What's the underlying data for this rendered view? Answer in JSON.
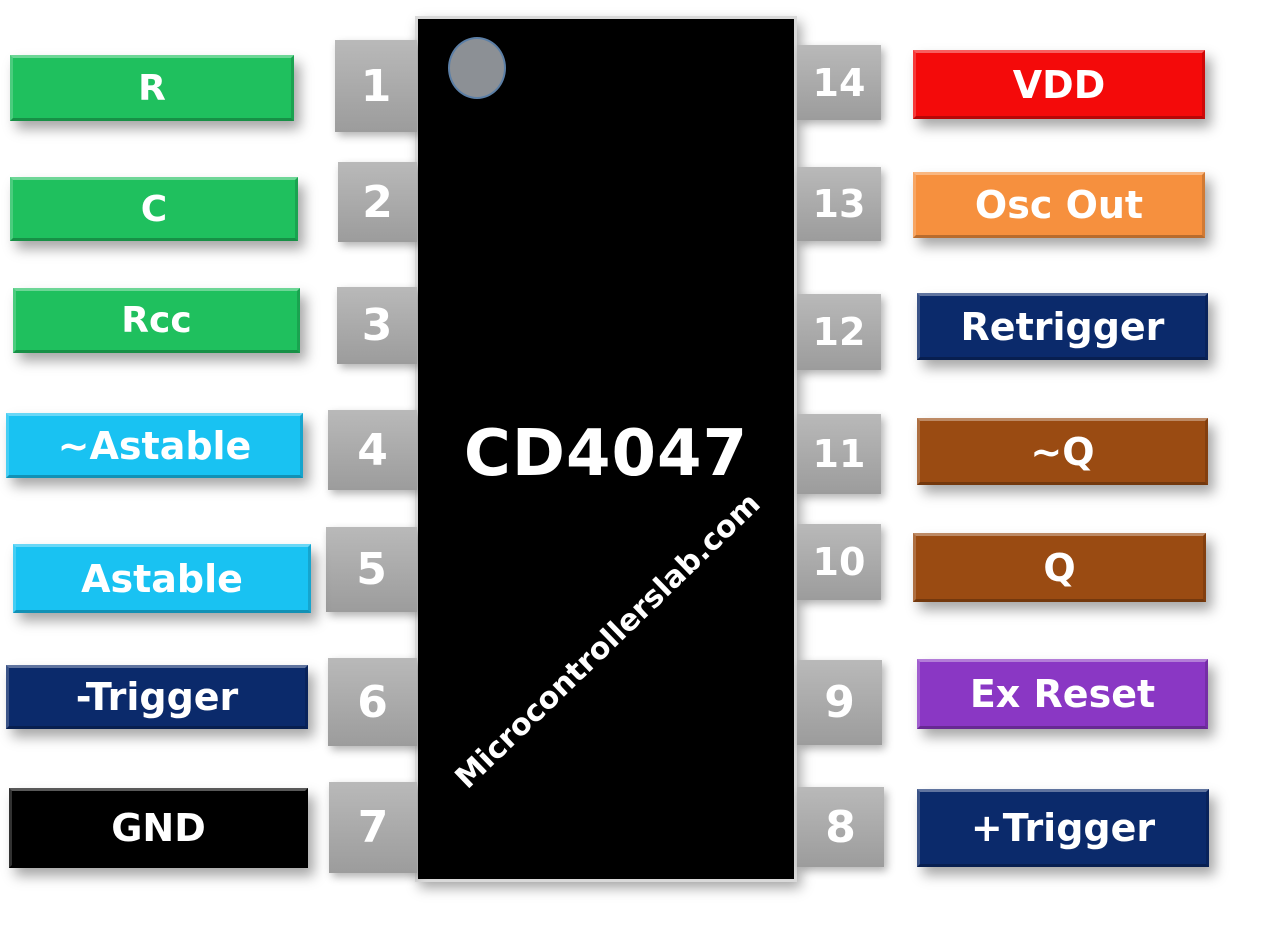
{
  "chip": {
    "name": "CD4047",
    "watermark": "Microcontrollerslab.com"
  },
  "left_pins": [
    {
      "number": "1",
      "label": "R",
      "color": "#1fc05e"
    },
    {
      "number": "2",
      "label": "C",
      "color": "#1fc05e"
    },
    {
      "number": "3",
      "label": "Rcc",
      "color": "#1fc05e"
    },
    {
      "number": "4",
      "label": "~Astable",
      "color": "#19c2f2"
    },
    {
      "number": "5",
      "label": "Astable",
      "color": "#19c2f2"
    },
    {
      "number": "6",
      "label": "-Trigger",
      "color": "#0b2a6b"
    },
    {
      "number": "7",
      "label": "GND",
      "color": "#000000"
    }
  ],
  "right_pins": [
    {
      "number": "14",
      "label": "VDD",
      "color": "#f40a0a"
    },
    {
      "number": "13",
      "label": "Osc Out",
      "color": "#f6903e"
    },
    {
      "number": "12",
      "label": "Retrigger",
      "color": "#0b2a6b"
    },
    {
      "number": "11",
      "label": "~Q",
      "color": "#9a4b12"
    },
    {
      "number": "10",
      "label": "Q",
      "color": "#9a4b12"
    },
    {
      "number": "9",
      "label": "Ex Reset",
      "color": "#8a37c4"
    },
    {
      "number": "8",
      "label": "+Trigger",
      "color": "#0b2a6b"
    }
  ]
}
